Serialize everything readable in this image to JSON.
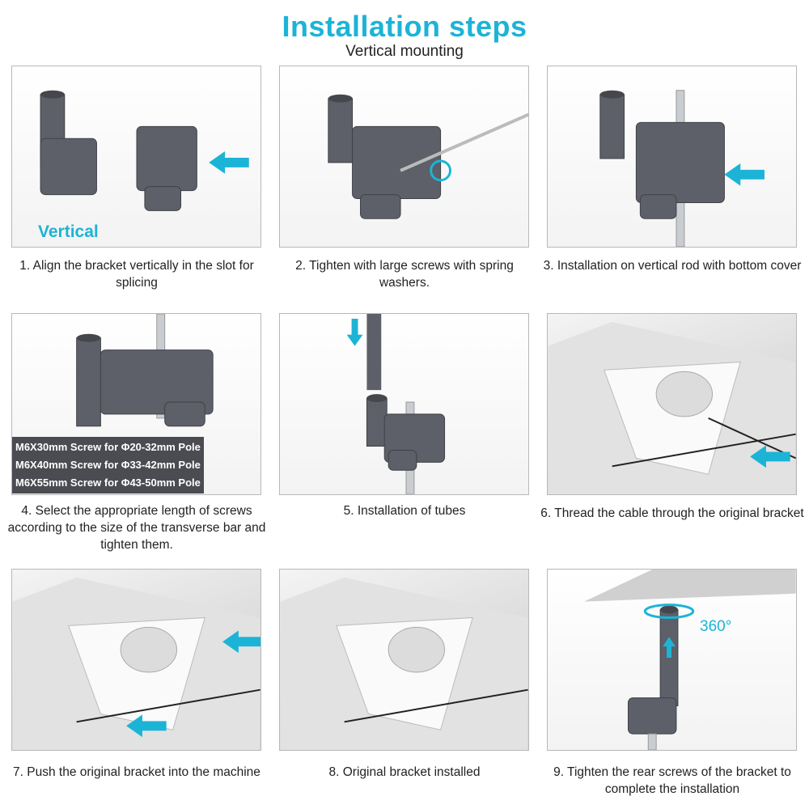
{
  "header": {
    "title": "Installation steps",
    "subtitle": "Vertical mounting"
  },
  "colors": {
    "accent": "#1cb4d6",
    "bracket": "#5d6068",
    "label_bg": "#4a4c52"
  },
  "steps": [
    {
      "caption": "1. Align the bracket vertically in the slot for splicing",
      "overlay": "Vertical"
    },
    {
      "caption": "2. Tighten with large screws with spring washers."
    },
    {
      "caption": "3. Installation on vertical rod with bottom cover"
    },
    {
      "caption": "4. Select the appropriate length of screws according to the size of the transverse bar and tighten them.",
      "screws": [
        "M6X30mm Screw for Φ20-32mm Pole",
        "M6X40mm Screw for Φ33-42mm Pole",
        "M6X55mm Screw for Φ43-50mm Pole"
      ]
    },
    {
      "caption": "5. Installation of tubes"
    },
    {
      "caption": "6. Thread the cable through the original bracket"
    },
    {
      "caption": "7. Push the original bracket into the machine"
    },
    {
      "caption": "8. Original bracket installed"
    },
    {
      "caption": "9. Tighten the rear screws of the bracket to complete the installation",
      "overlay": "360°"
    }
  ]
}
